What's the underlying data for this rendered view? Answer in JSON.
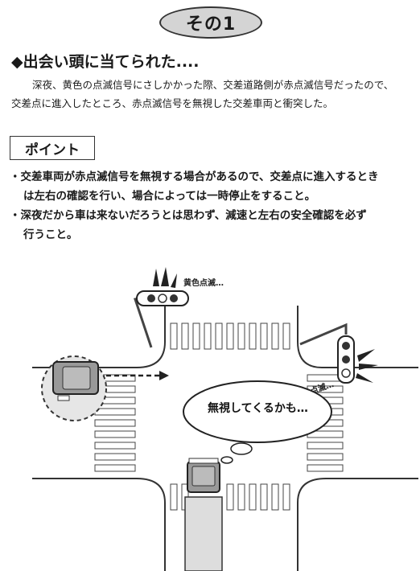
{
  "badge": "その1",
  "heading": "◆出会い頭に当てられた....",
  "description": [
    "深夜、黄色の点滅信号にさしかかった際、交差道路側が赤点滅信号だったので、",
    "交差点に進入したところ、赤点滅信号を無視した交差車両と衝突した。"
  ],
  "point_label": "ポイント",
  "points": [
    [
      "・交差車両が赤点滅信号を無視する場合があるので、交差点に進入するとき",
      "は左右の確認を行い、場合によっては一時停止をすること。"
    ],
    [
      "・深夜だから車は来ないだろうとは思わず、減速と左右の安全確認を必ず",
      "行うこと。"
    ]
  ],
  "illustration": {
    "yellow_label": "黄色点滅…",
    "red_label": "赤色点滅…",
    "thought": "無視してくるかも…"
  }
}
